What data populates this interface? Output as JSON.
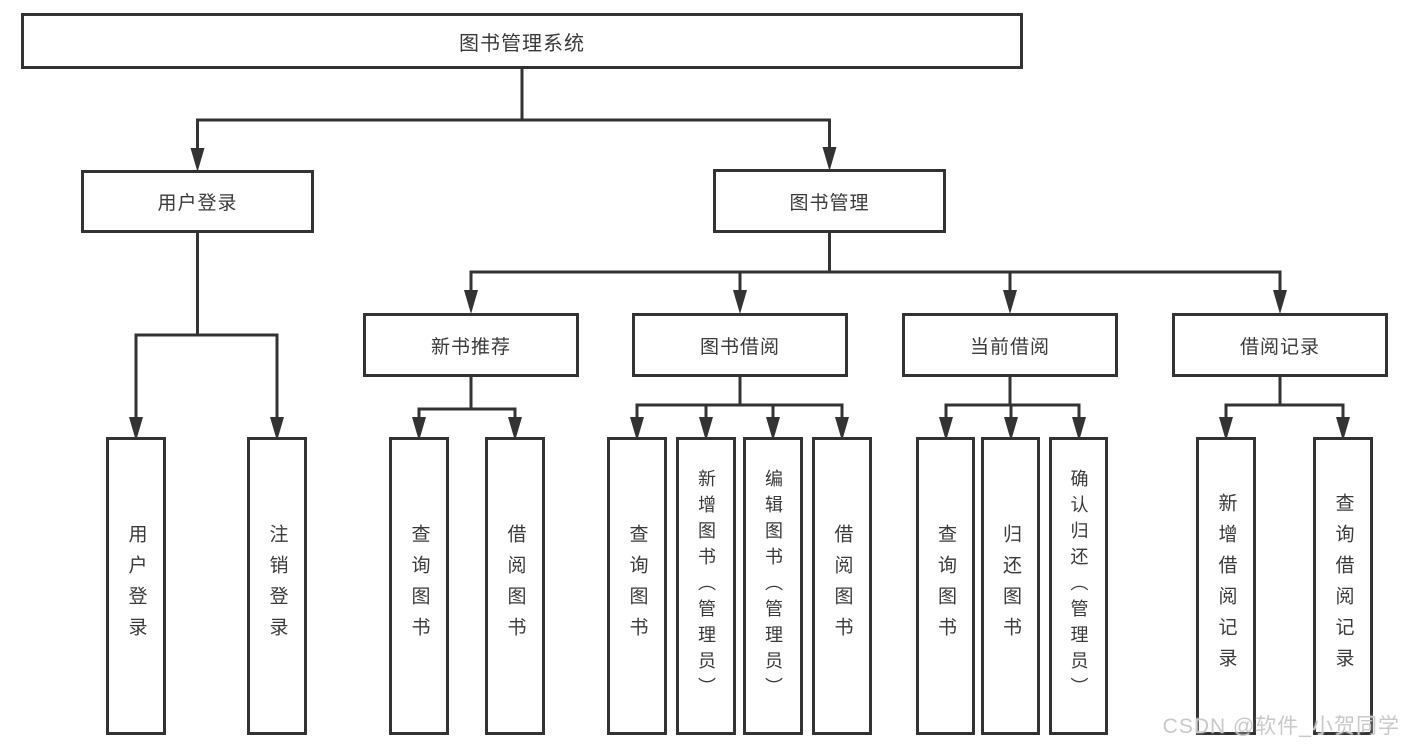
{
  "diagram": {
    "root": {
      "label": "图书管理系统"
    },
    "branches": {
      "user_login": {
        "label": "用户登录",
        "children": [
          "用户登录",
          "注销登录"
        ]
      },
      "book_management": {
        "label": "图书管理",
        "sections": {
          "new_books": {
            "label": "新书推荐",
            "children": [
              "查询图书",
              "借阅图书"
            ]
          },
          "book_borrowing": {
            "label": "图书借阅",
            "children": [
              "查询图书",
              "新增图书（管理员）",
              "编辑图书（管理员）",
              "借阅图书"
            ]
          },
          "current_borrowing": {
            "label": "当前借阅",
            "children": [
              "查询图书",
              "归还图书",
              "确认归还（管理员）"
            ]
          },
          "borrow_records": {
            "label": "借阅记录",
            "children": [
              "新增借阅记录",
              "查询借阅记录"
            ]
          }
        }
      }
    }
  },
  "watermark": {
    "text": "CSDN @软件_小贺同学"
  },
  "colors": {
    "line": "#333333",
    "text": "#3a3a3a",
    "watermark": "#c9c9c9",
    "background": "#ffffff"
  }
}
